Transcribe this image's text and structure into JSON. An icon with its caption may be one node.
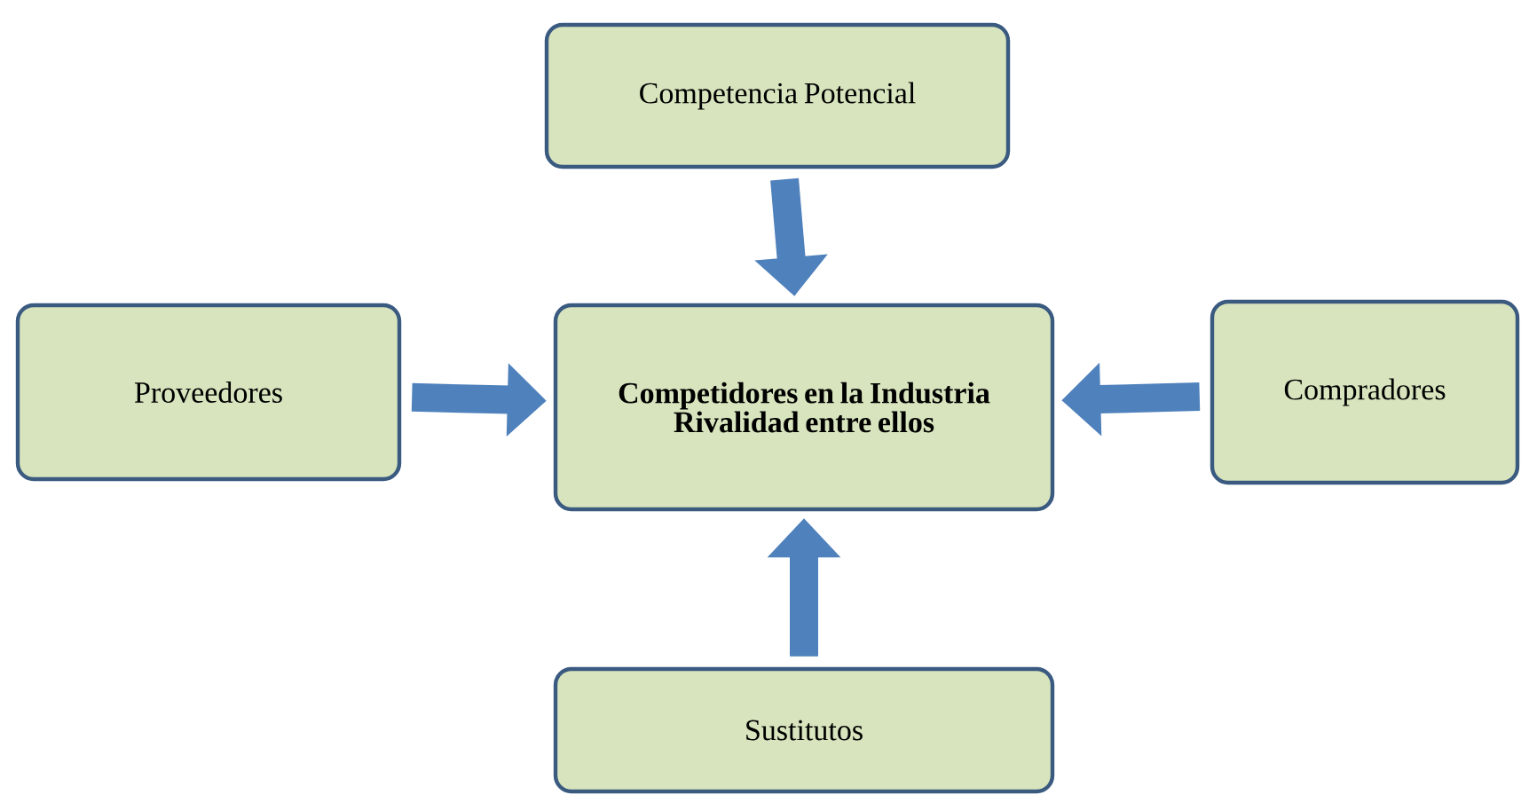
{
  "diagram": {
    "nodes": [
      {
        "text": [
          "Competencia Potencial"
        ]
      },
      {
        "text": [
          "Proveedores"
        ]
      },
      {
        "text": [
          "Competidores en la Industria Rivalidad entre ellos"
        ]
      },
      {
        "text": [
          "Compradores"
        ]
      },
      {
        "text": [
          "Sustitutos"
        ]
      }
    ],
    "edges": [
      {
        "from": 0,
        "to": 2,
        "arrow": "to"
      },
      {
        "from": 1,
        "to": 2,
        "arrow": "to"
      },
      {
        "from": 3,
        "to": 2,
        "arrow": "to"
      },
      {
        "from": 4,
        "to": 2,
        "arrow": "to"
      }
    ]
  }
}
